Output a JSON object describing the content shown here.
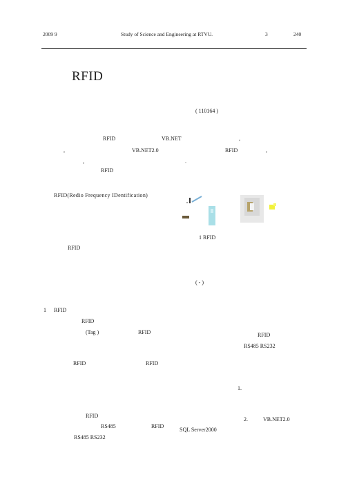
{
  "header": {
    "year_month": "2009    9",
    "journal": "Study of Science and Engineering at RTVU.",
    "issue": "3",
    "total": "240"
  },
  "article": {
    "title": "RFID",
    "affiliation": "(            110164 )"
  },
  "abstract": {
    "line1_a": "RFID",
    "line1_b": "VB.NET",
    "line1_c": ",",
    "line2_a": ",",
    "line2_b": "VB.NET2.0",
    "line2_c": "RFID",
    "line2_d": ",",
    "line3_a": ",",
    "line3_b": ".",
    "keywords": "RFID"
  },
  "intro": {
    "term": "RFID(Redio Frequency IDentification)",
    "rfid": "RFID"
  },
  "figure": {
    "caption": "1 RFID",
    "note": "(   -         )"
  },
  "section1": {
    "heading_num": "1",
    "heading": "RFID",
    "p1": "RFID",
    "tag": "(Tag                )",
    "tag_rfid": "RFID",
    "p2_a": "RFID",
    "p2_b": "RFID",
    "p3": "RFID",
    "p3_rs485": "RS485",
    "p3_rfid": "RFID",
    "p4": "RS485      RS232"
  },
  "right_col": {
    "rfid": "RFID",
    "rs": "RS485      RS232",
    "item1": "1.",
    "item2_num": "2.",
    "item2": "VB.NET2.0",
    "sql": "SQL Server2000"
  }
}
